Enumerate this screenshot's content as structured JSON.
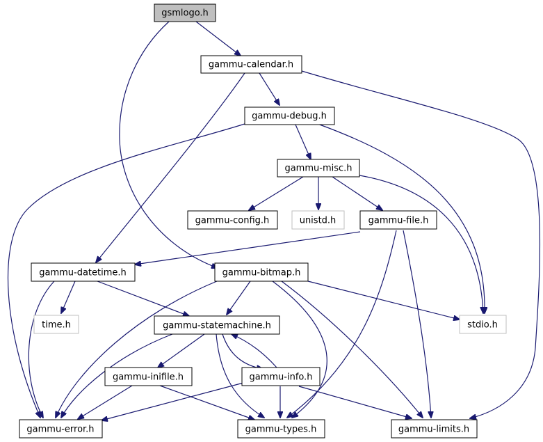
{
  "colors": {
    "edge": "#191970",
    "root_fill": "#bfbfbf",
    "external_border": "#bfbfbf",
    "node_border": "#000000"
  },
  "nodes": {
    "gsmlogo": "gsmlogo.h",
    "calendar": "gammu-calendar.h",
    "debug": "gammu-debug.h",
    "misc": "gammu-misc.h",
    "config": "gammu-config.h",
    "unistd": "unistd.h",
    "file": "gammu-file.h",
    "datetime": "gammu-datetime.h",
    "bitmap": "gammu-bitmap.h",
    "time": "time.h",
    "statemachine": "gammu-statemachine.h",
    "stdio": "stdio.h",
    "inifile": "gammu-inifile.h",
    "info": "gammu-info.h",
    "error": "gammu-error.h",
    "types": "gammu-types.h",
    "limits": "gammu-limits.h"
  }
}
